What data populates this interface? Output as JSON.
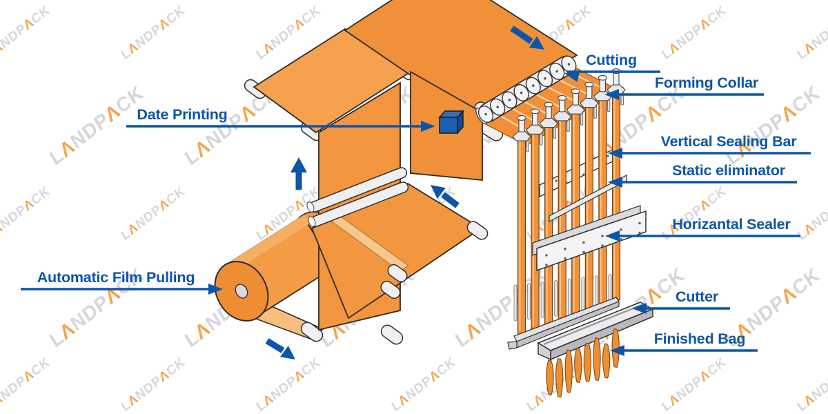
{
  "title": "Packaging machine process diagram",
  "labels": {
    "cutting": "Cutting",
    "forming_collar": "Forming Collar",
    "vertical_sealing_bar": "Vertical Sealing Bar",
    "static_eliminator": "Static eliminator",
    "horizantal_sealer": "Horizantal Sealer",
    "cutter": "Cutter",
    "finished_bag": "Finished Bag",
    "date_printing": "Date Printing",
    "automatic_film_pulling": "Automatic Film Pulling"
  },
  "watermark": {
    "parts": [
      {
        "text": "L",
        "tone": "gray"
      },
      {
        "text": "Λ",
        "tone": "orange"
      },
      {
        "text": "NDP",
        "tone": "gray"
      },
      {
        "text": "Λ",
        "tone": "orange"
      },
      {
        "text": "CK",
        "tone": "gray"
      }
    ]
  },
  "machine": {
    "film_strip_count": 8,
    "forming_collar_count": 8,
    "tube_count": 8,
    "cutting_disc_count": 8,
    "finished_bag_count": 8
  },
  "colors": {
    "label_blue": "#0d55a8",
    "arrow_blue": "#0d55a8",
    "film_orange": "#f0913a",
    "film_orange_light": "#f8be80",
    "film_orange_mid": "#f5a14d",
    "roller_gray": "#efeff1",
    "plate_white": "#f4f4f6",
    "cube_blue": "#1c5fb0",
    "watermark_gray": "#d7d7db",
    "watermark_orange": "#f6a44e"
  }
}
